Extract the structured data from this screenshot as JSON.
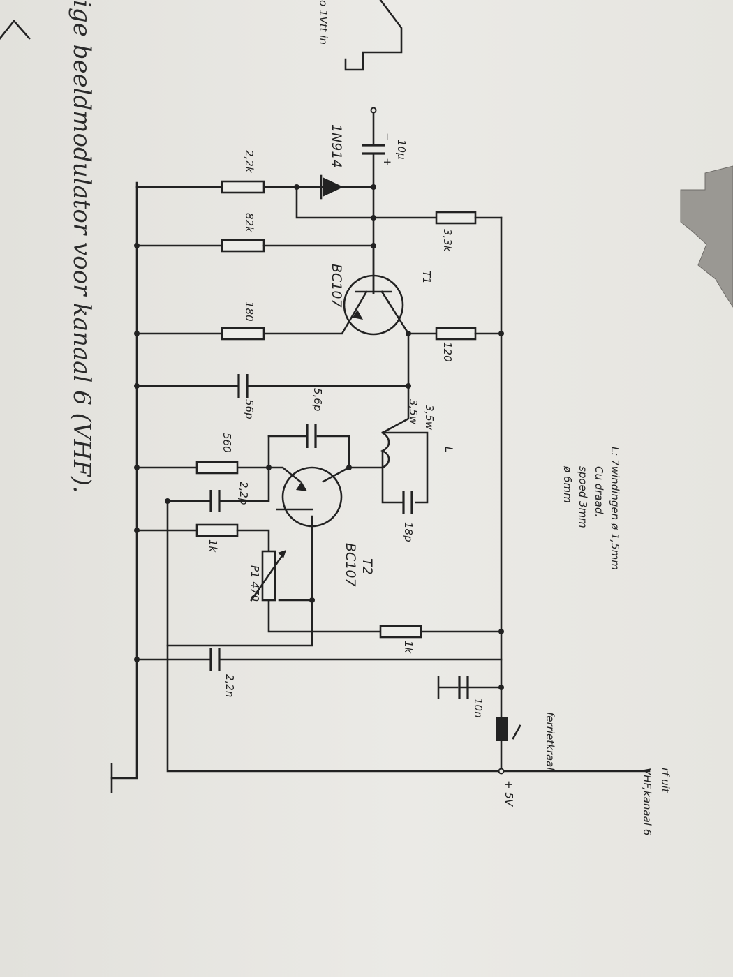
{
  "caption": "ige beeldmodulator voor kanaal 6 (VHF).",
  "input_label": "o 1Vtt in",
  "coil_notes": [
    "L: 7windingen ø 1,5mm",
    "Cu draad.",
    "spoed 3mm",
    "ø 6mm"
  ],
  "ferrite_label": "ferrietkraal",
  "supply_label": "+ 5V",
  "output_label_1": "rf uit",
  "output_label_2": "VHF,kanaal 6",
  "transistors": {
    "t1_name": "T1",
    "t1_type": "BC107",
    "t2_name": "T2",
    "t2_type": "BC107"
  },
  "diode": "1N914",
  "coil": {
    "name": "L",
    "w1": "3,5w",
    "w2": "3,5w"
  },
  "parts": {
    "c_in": "10μ",
    "r_22k": "2,2k",
    "r_82k": "82k",
    "r_33k": "3,3k",
    "r_120": "120",
    "r_180": "180",
    "c_56p": "56p",
    "c_56p_b": "5,6p",
    "r_560": "560",
    "c_22p": "2,2p",
    "c_18p": "18p",
    "r_1k_a": "1k",
    "r_1k_b": "1k",
    "p1": "P1 470",
    "c_22n": "2,2n",
    "c_10n": "10n"
  }
}
